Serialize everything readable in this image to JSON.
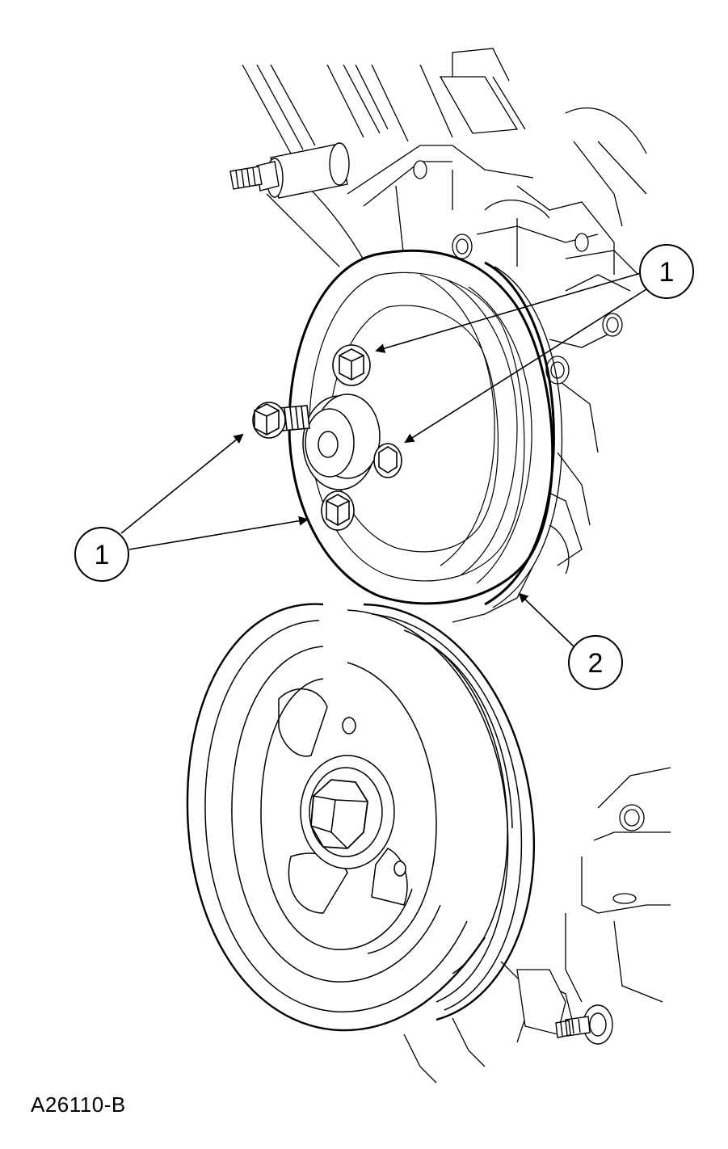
{
  "figure": {
    "id_label": "A26110-B",
    "line_color": "#000000",
    "background_color": "#ffffff"
  },
  "callouts": [
    {
      "number": "1",
      "refers_to": "pulley-bolts-upper-right"
    },
    {
      "number": "1",
      "refers_to": "pulley-bolts-left"
    },
    {
      "number": "2",
      "refers_to": "water-pump-pulley"
    }
  ]
}
